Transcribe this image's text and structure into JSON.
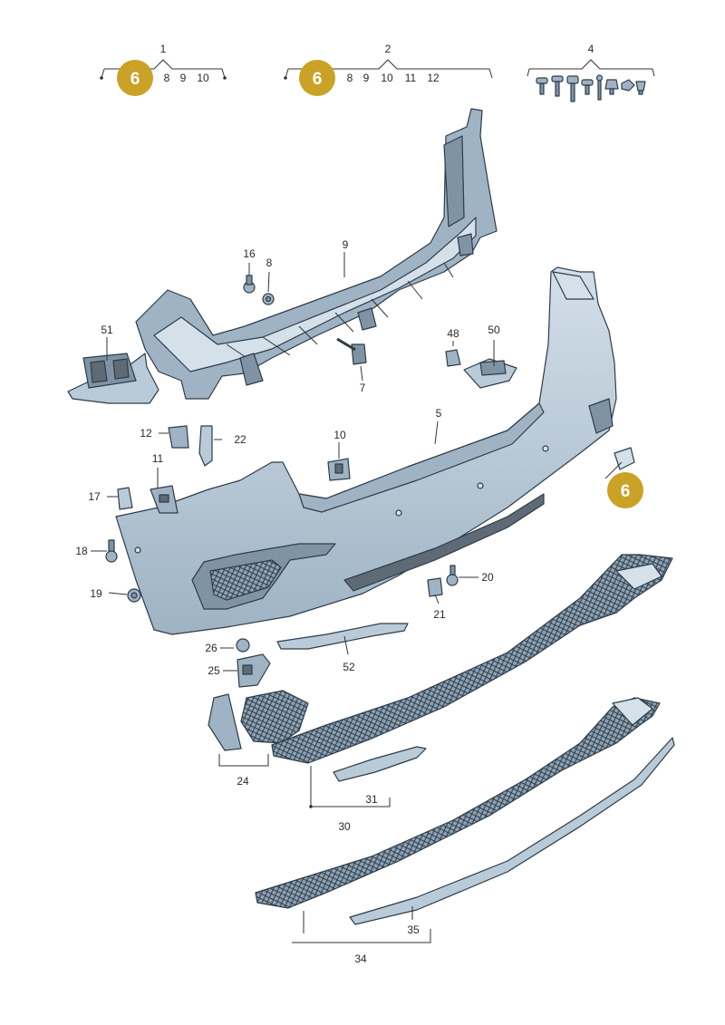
{
  "badge": {
    "label": "6",
    "color": "#c9a227"
  },
  "groups": {
    "g1": {
      "num": "1",
      "members": [
        "8",
        "9",
        "10"
      ]
    },
    "g2": {
      "num": "2",
      "members": [
        "8",
        "9",
        "10",
        "11",
        "12"
      ]
    },
    "g4": {
      "num": "4"
    }
  },
  "callouts": {
    "c5": "5",
    "c7": "7",
    "c8": "8",
    "c9": "9",
    "c10": "10",
    "c11": "11",
    "c12": "12",
    "c16": "16",
    "c17": "17",
    "c18": "18",
    "c19": "19",
    "c20": "20",
    "c21": "21",
    "c22": "22",
    "c24": "24",
    "c25": "25",
    "c26": "26",
    "c30": "30",
    "c31": "31",
    "c34": "34",
    "c35": "35",
    "c48": "48",
    "c50": "50",
    "c51": "51",
    "c52": "52"
  }
}
